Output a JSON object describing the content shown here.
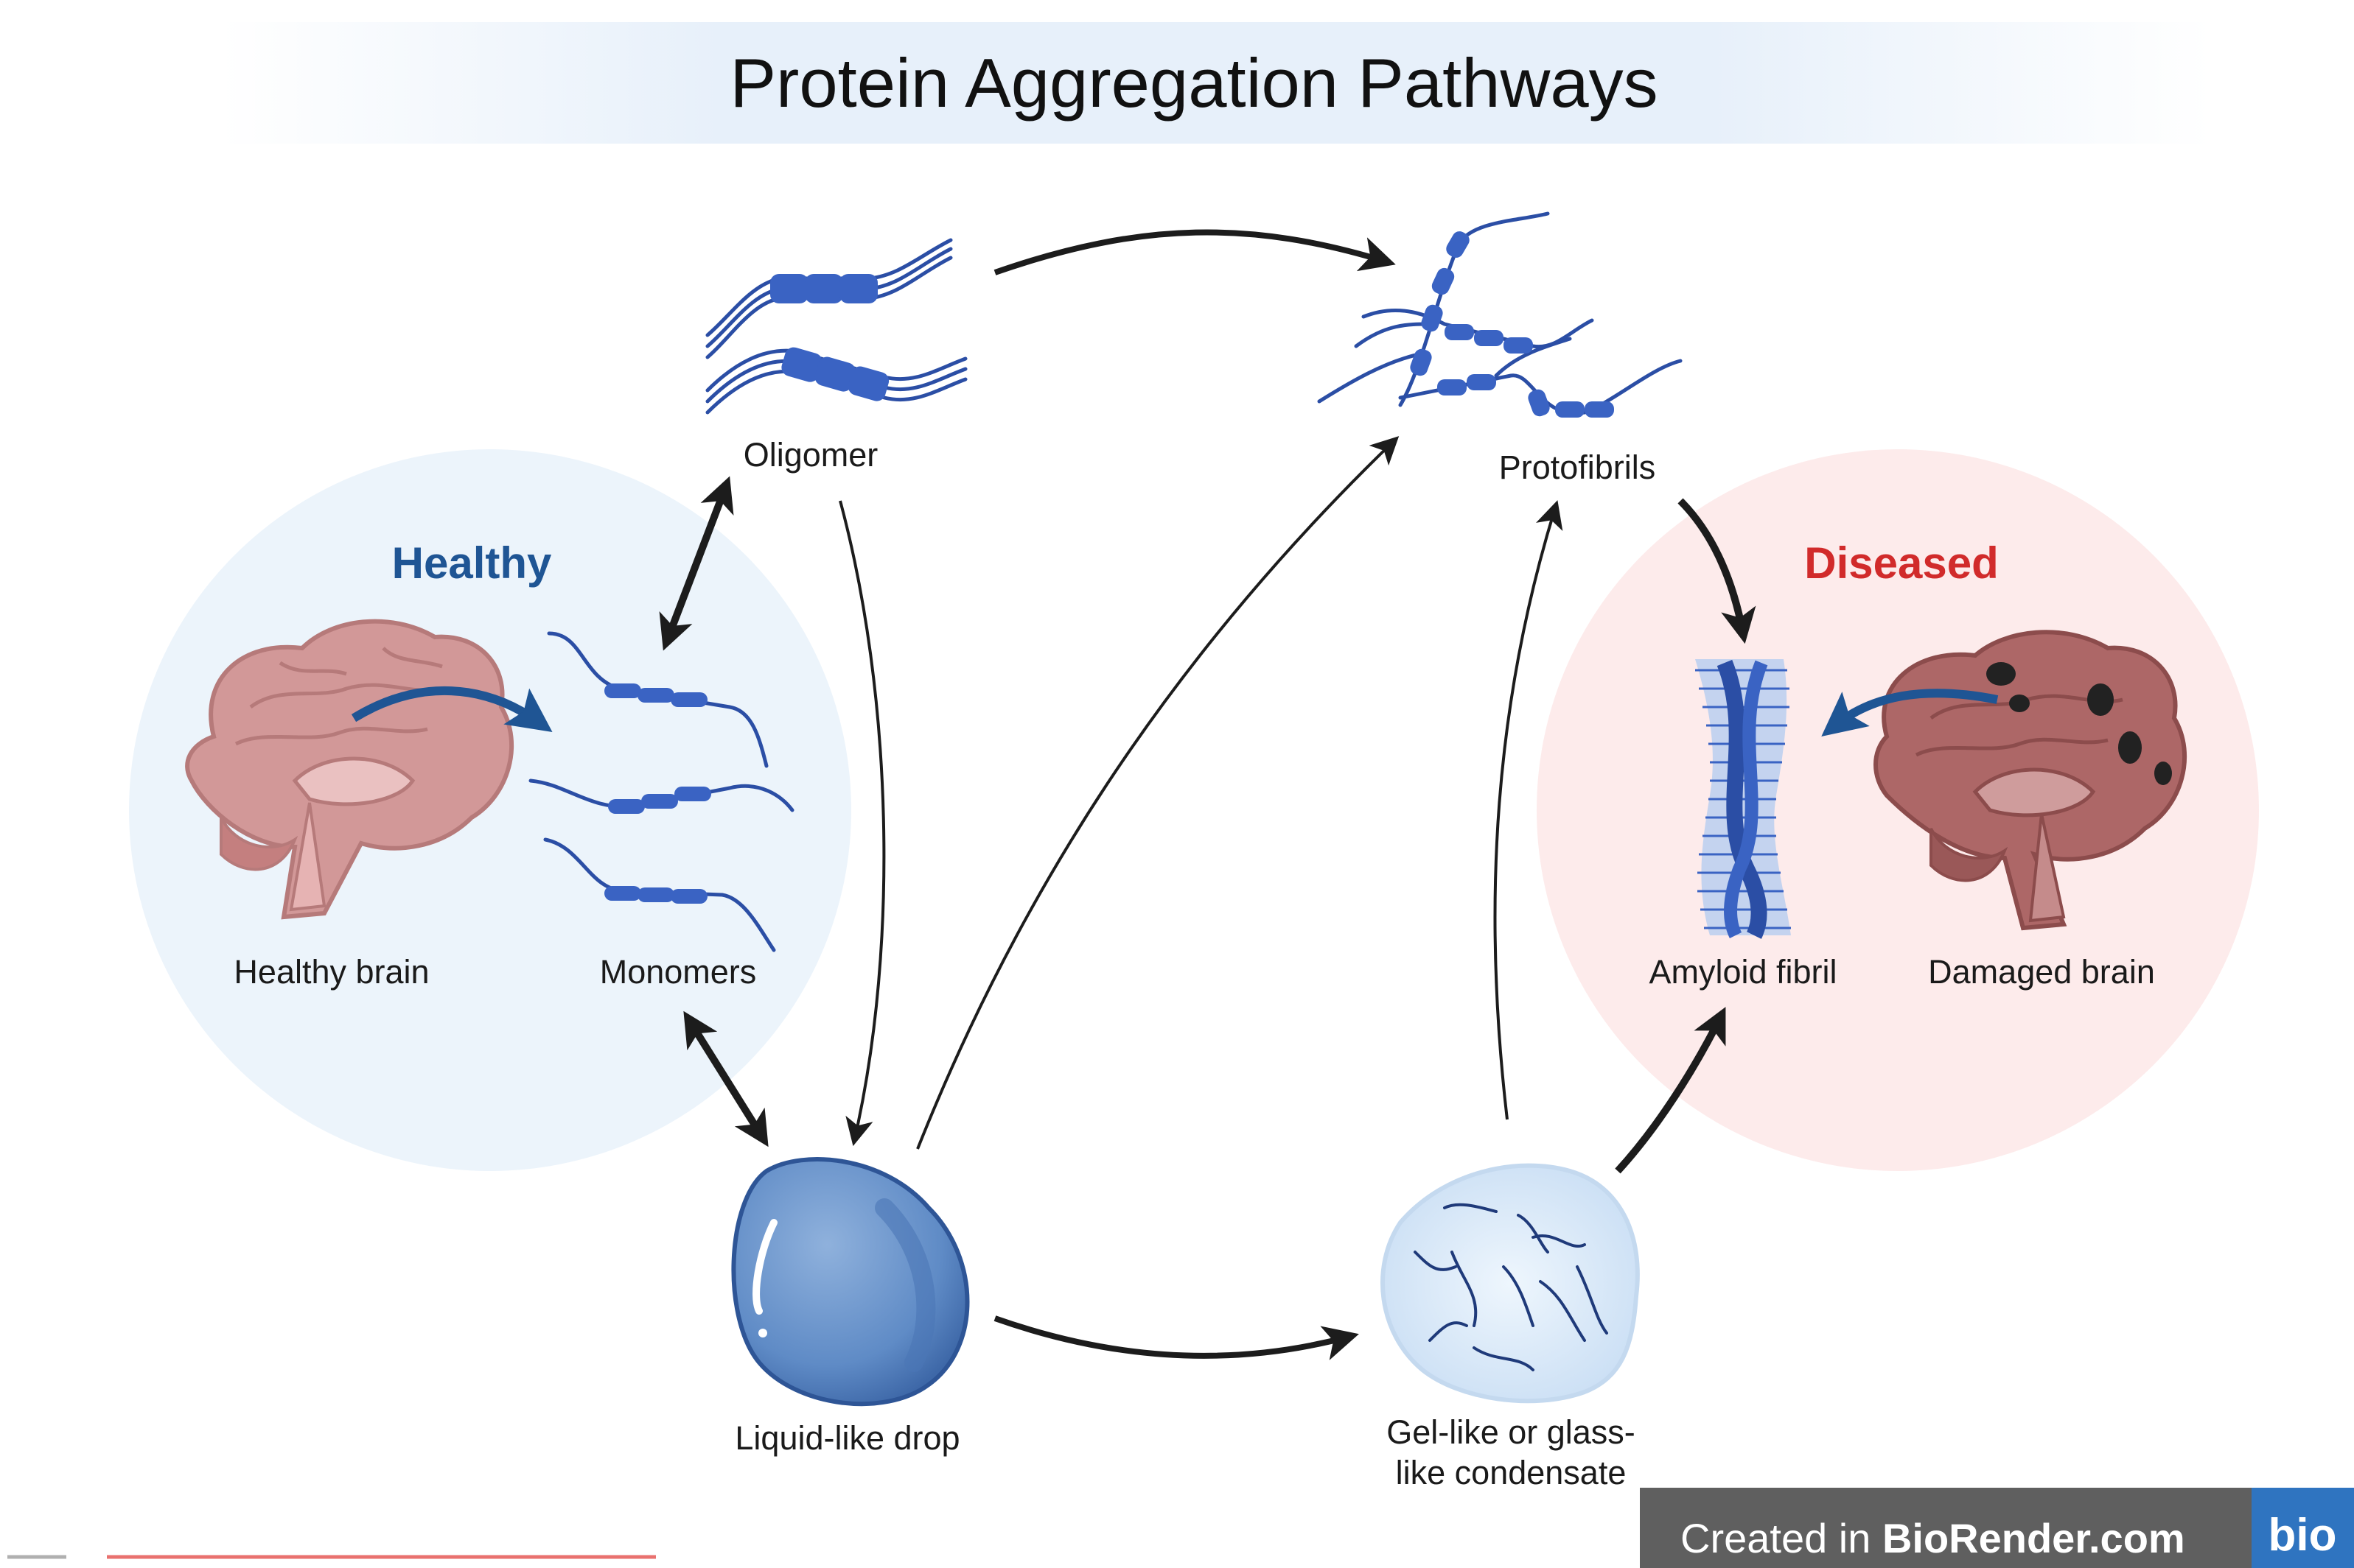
{
  "title": "Protein Aggregation Pathways",
  "regions": {
    "healthy": {
      "label": "Healthy",
      "color": "#1f5594",
      "bg": "#ecf4fb"
    },
    "diseased": {
      "label": "Diseased",
      "color": "#d12b2b",
      "bg": "#fdebeb"
    }
  },
  "nodes": {
    "oligomer": "Oligomer",
    "protofibrils": "Protofibrils",
    "monomers": "Monomers",
    "healthy_brain": "Healthy brain",
    "amyloid_fibril": "Amyloid fibril",
    "damaged_brain": "Damaged brain",
    "liquid_drop": "Liquid-like drop",
    "gel_line1": "Gel-like or glass-",
    "gel_line2": "like condensate"
  },
  "badge": {
    "prefix": "Created in ",
    "brand": "BioRender.com",
    "logo": "bio"
  },
  "colors": {
    "protein": "#2b4ea5",
    "brain": "#c98a8a",
    "damaged_brain": "#a85f5f",
    "drop": "#5b88c4",
    "condensate": "#d6e8f9",
    "arrow": "#1c1c1c"
  }
}
